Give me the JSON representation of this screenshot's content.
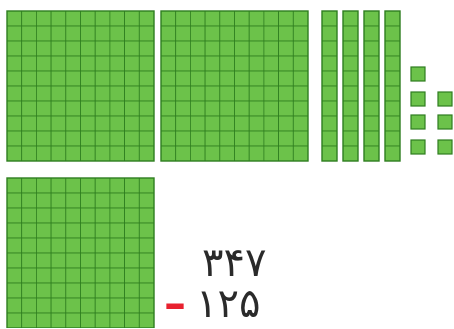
{
  "colors": {
    "block_fill": "#6cc24a",
    "block_stroke": "#2e7d1f",
    "minus": "#e8212f",
    "text": "#2a2a2a"
  },
  "base_ten_blocks": {
    "hundreds": 3,
    "tens": 4,
    "ones": 7
  },
  "problem": {
    "minuend": "۳۴۷",
    "operator": "–",
    "subtrahend": "۱۲۵"
  }
}
